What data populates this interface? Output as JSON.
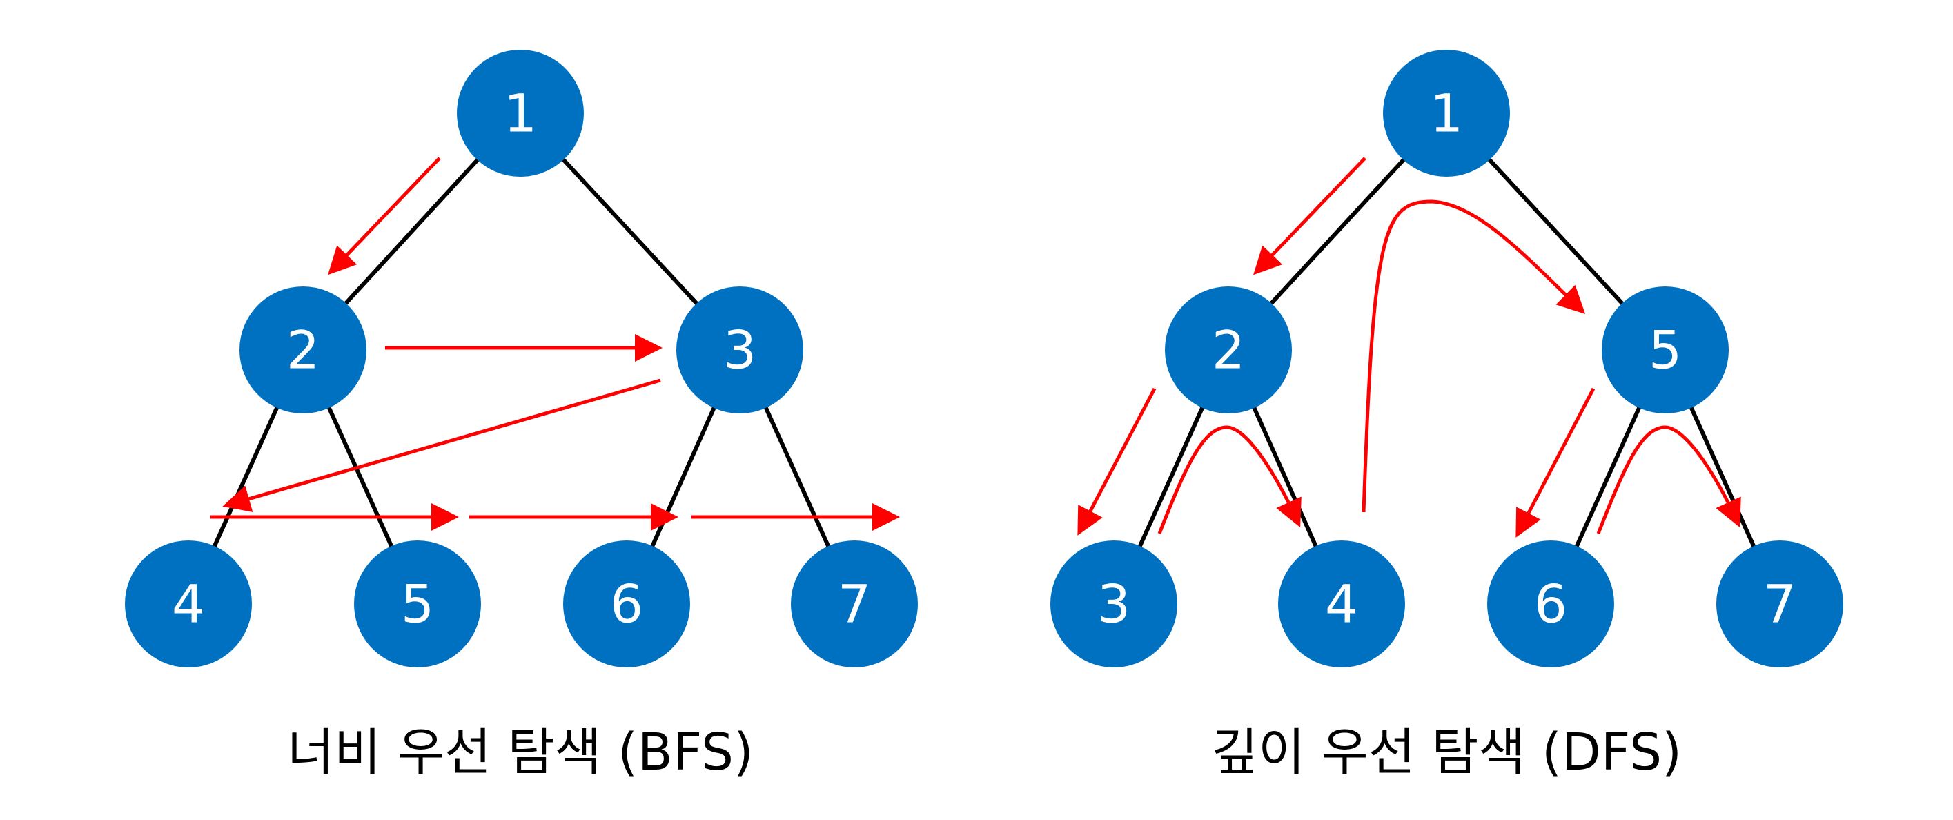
{
  "bfs": {
    "caption": "너비 우선 탐색 (BFS)",
    "nodes": [
      "1",
      "2",
      "3",
      "4",
      "5",
      "6",
      "7"
    ]
  },
  "dfs": {
    "caption": "깊이 우선 탐색 (DFS)",
    "nodes": [
      "1",
      "2",
      "5",
      "3",
      "4",
      "6",
      "7"
    ]
  },
  "colors": {
    "node": "#0070c0",
    "edge": "#000000",
    "arrow": "#ff0000"
  }
}
